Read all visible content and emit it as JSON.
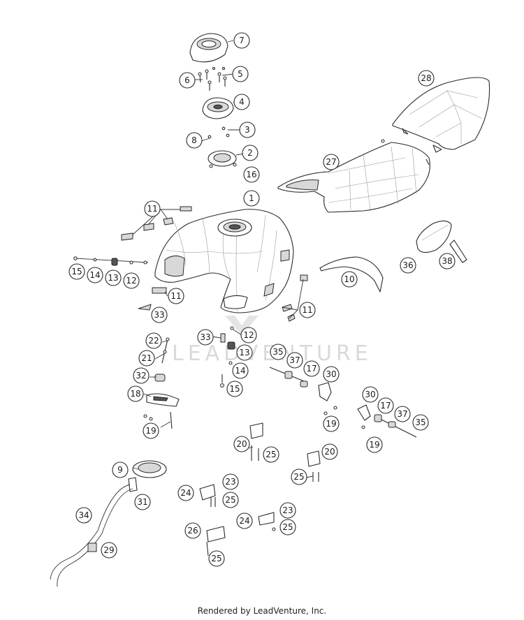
{
  "watermark_text": "LEADVENTURE",
  "footer": "Rendered by LeadVenture, Inc.",
  "callouts": [
    "7",
    "5",
    "6",
    "4",
    "3",
    "8",
    "2",
    "16",
    "1",
    "28",
    "27",
    "11",
    "36",
    "38",
    "10",
    "15",
    "14",
    "13",
    "12",
    "11",
    "33",
    "11",
    "22",
    "21",
    "32",
    "18",
    "19",
    "33",
    "12",
    "13",
    "14",
    "15",
    "35",
    "37",
    "17",
    "30",
    "19",
    "30",
    "17",
    "37",
    "35",
    "19",
    "20",
    "25",
    "20",
    "25",
    "9",
    "31",
    "24",
    "23",
    "25",
    "34",
    "23",
    "24",
    "25",
    "26",
    "25",
    "29"
  ]
}
